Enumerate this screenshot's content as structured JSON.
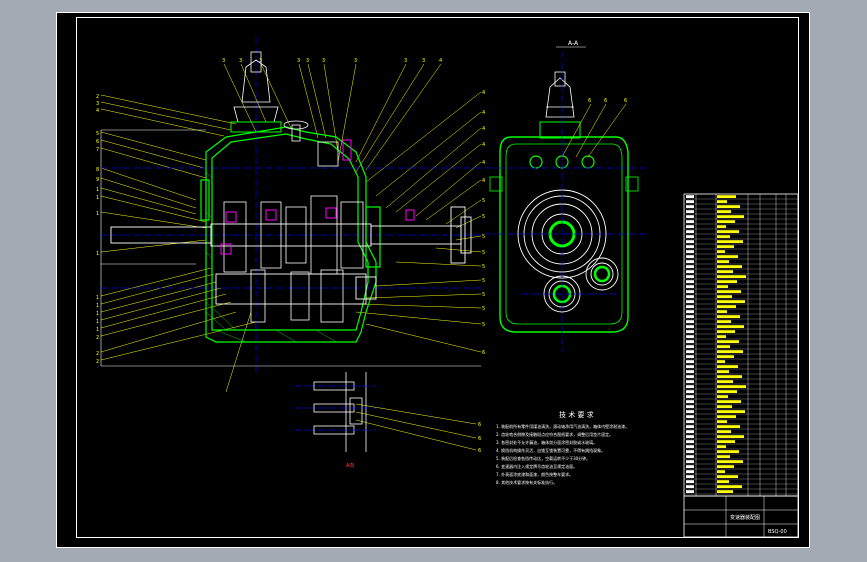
{
  "window": {
    "background": "#a3aab3",
    "canvas_background": "#000000"
  },
  "drawing": {
    "section_label": "A-A",
    "tech_req_title": "技 术 要 求",
    "tech_req_lines": [
      "1. 装配前所有零件用煤油清洗，滚动轴承用汽油清洗，箱体内壁涂耐油漆。",
      "2. 齿轮啮合侧隙及接触斑点应符合图纸要求，调整后用垫片固定。",
      "3. 各密封处不允许漏油，箱体剖分面涂密封胶或水玻璃。",
      "4. 换挡机构操作灵活，自锁互锁装置可靠，不得有跳挡现象。",
      "5. 装配后检查各挡传动比，空载运转不少于30分钟。",
      "6. 变速器内注入规定牌号齿轮油至规定油面。",
      "7. 外表面涂底漆和面漆，颜色按整车要求。",
      "8. 其他技术要求按有关标准执行。"
    ],
    "bottom_note": "A向",
    "title_block_name": "变速器装配图",
    "title_block_code": "BSQ-00",
    "colors": {
      "outline": "#ffffff",
      "section_housing": "#00ff00",
      "leaders": "#ffff00",
      "centerlines": "#0000ff",
      "highlights": "#ff00ff",
      "shafts_and_gears": "#ffffff"
    }
  }
}
